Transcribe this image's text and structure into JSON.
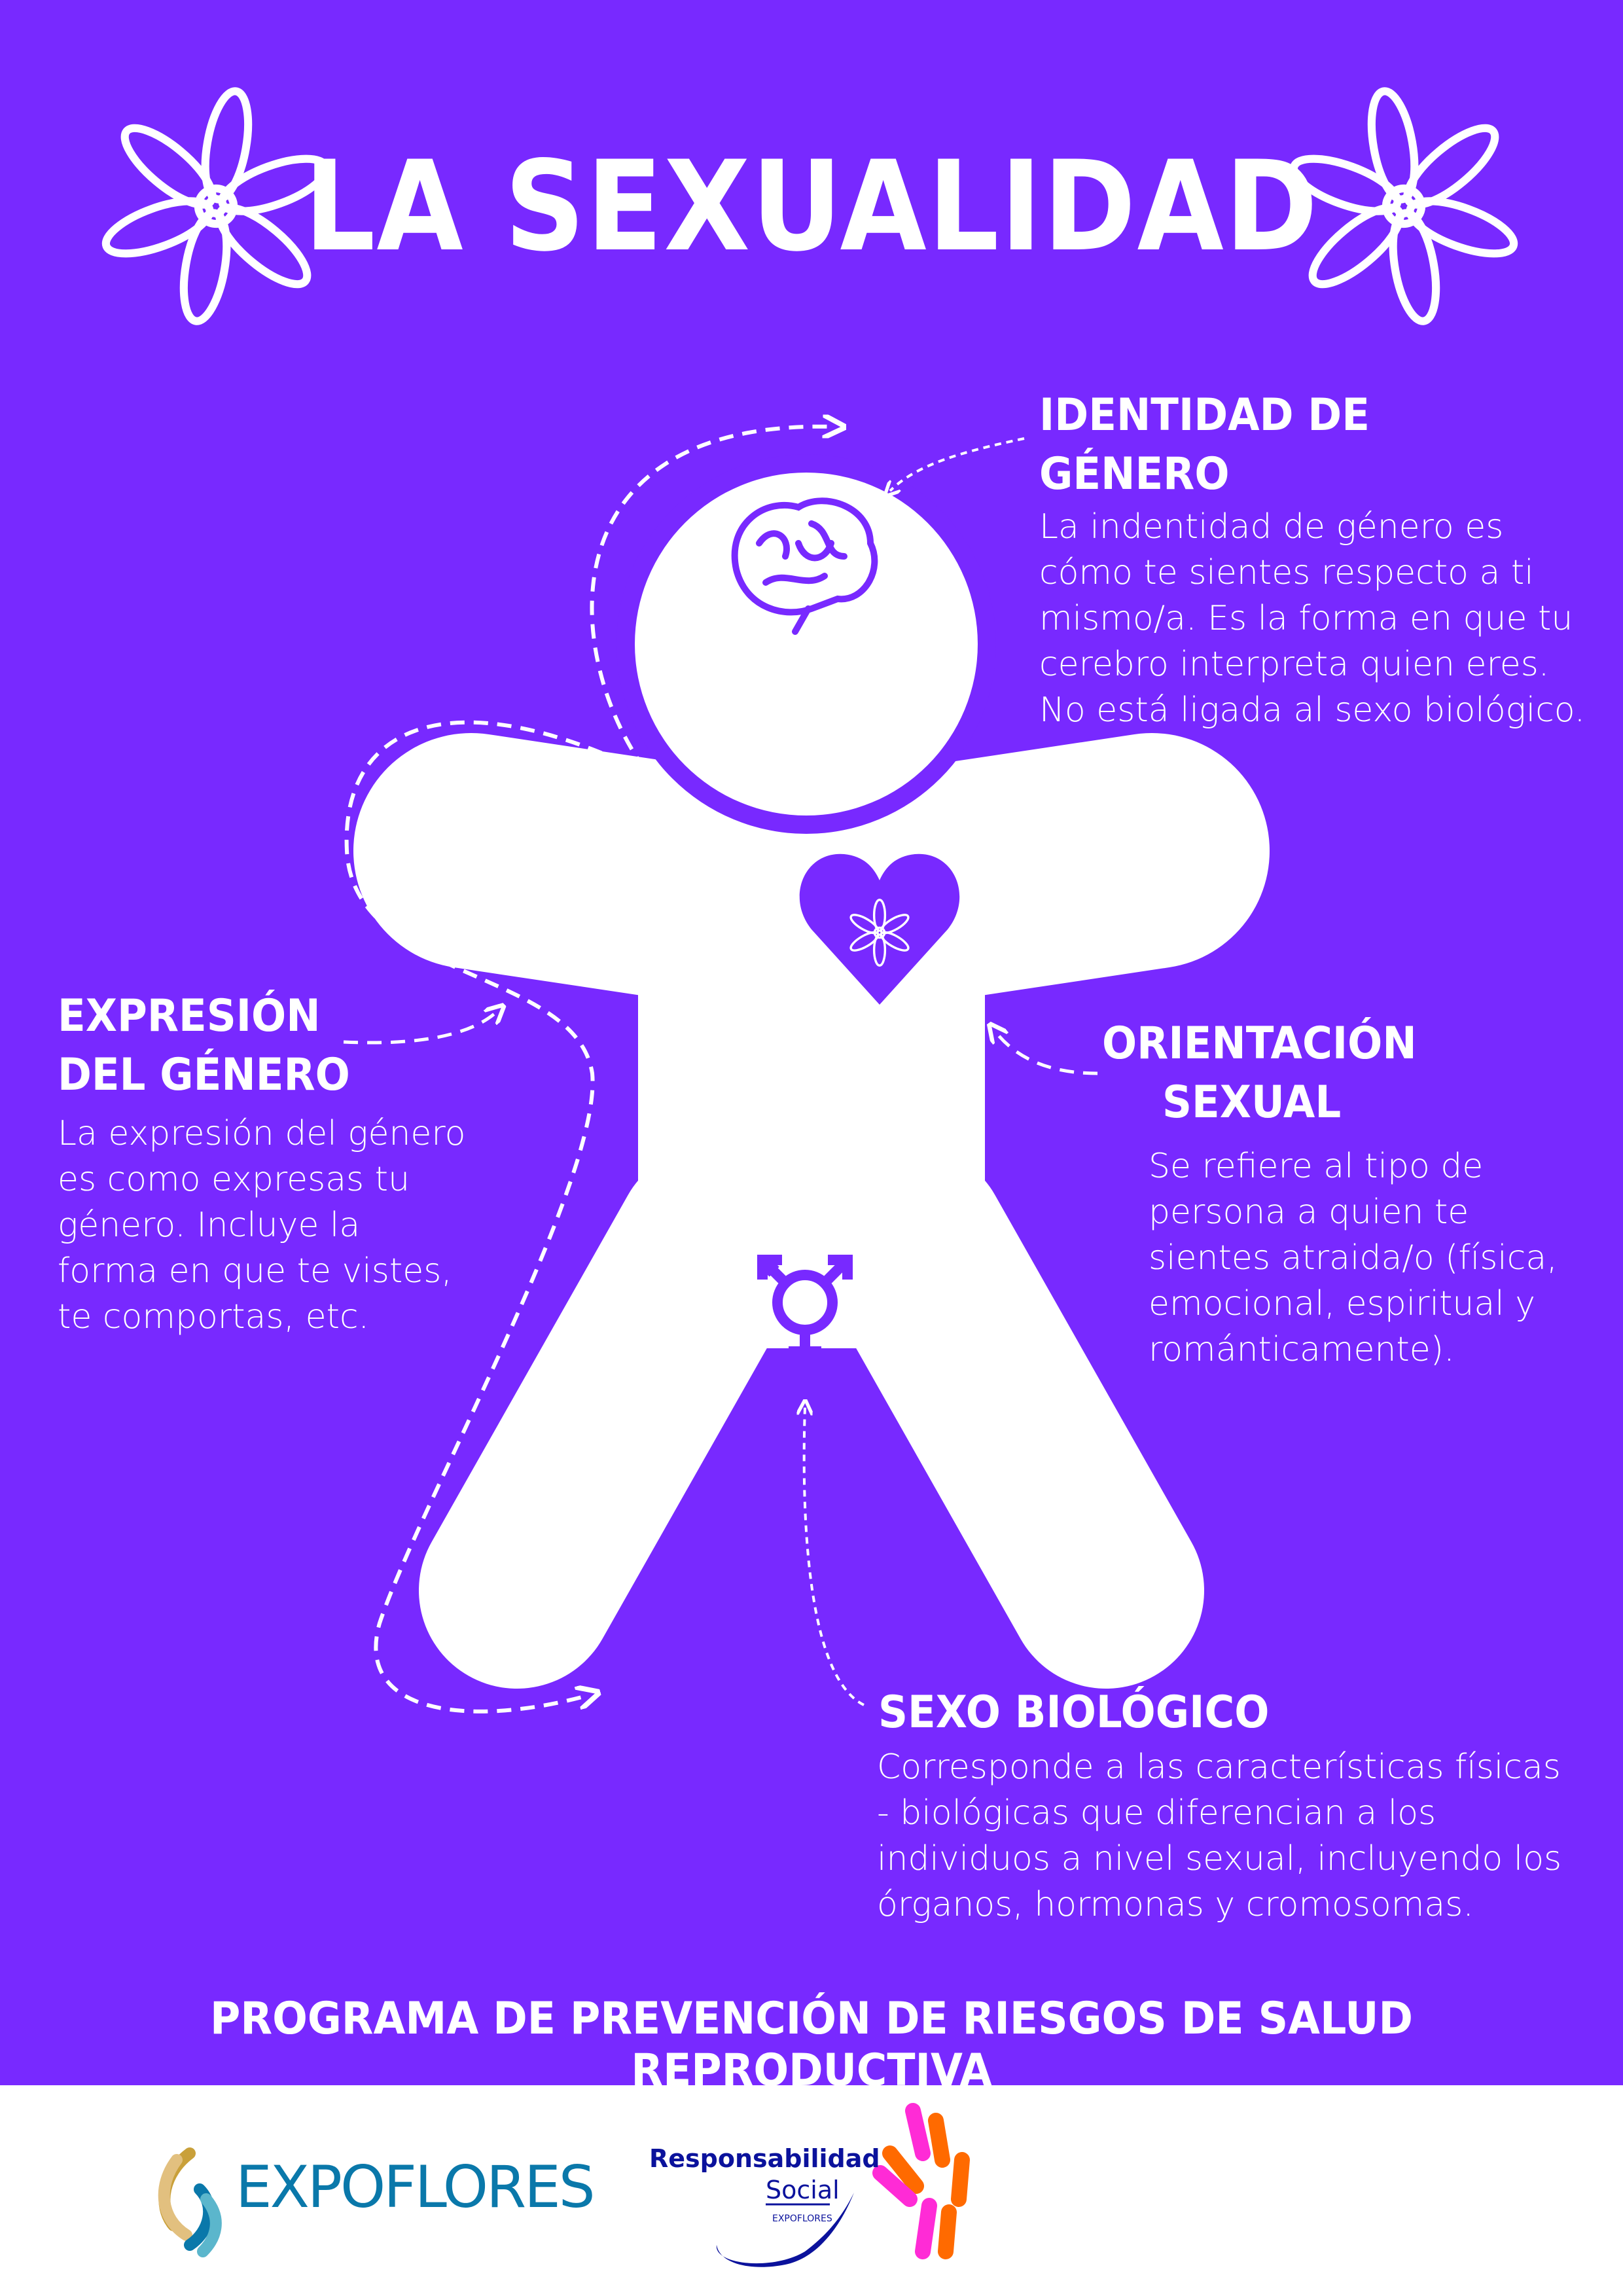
{
  "title": "LA SEXUALIDAD",
  "colors": {
    "background": "#7829FF",
    "white": "#FFFFFF",
    "expoflores_blue": "#0A78AA",
    "rs_blue": "#0B129C",
    "pink": "#FF2BD6",
    "orange": "#FF6A00"
  },
  "sections": {
    "identidad": {
      "heading": [
        "IDENTIDAD DE",
        "GÉNERO"
      ],
      "body": [
        "La indentidad de género es",
        "cómo te sientes respecto a ti",
        "mismo/a. Es la forma en que tu",
        "cerebro interpreta quien eres.",
        "No está ligada al sexo biológico."
      ]
    },
    "expresion": {
      "heading": [
        "EXPRESIÓN",
        "DEL GÉNERO"
      ],
      "body": [
        "La expresión del género",
        "es como expresas tu",
        "género. Incluye la",
        "forma en que te vistes,",
        "te comportas, etc."
      ]
    },
    "orientacion": {
      "heading": [
        "ORIENTACIÓN",
        "SEXUAL"
      ],
      "body": [
        "Se refiere al tipo de",
        "persona a quien te",
        "sientes atraida/o (física,",
        "emocional, espiritual y",
        "románticamente)."
      ]
    },
    "sexo": {
      "heading": [
        "SEXO BIOLÓGICO"
      ],
      "body": [
        "Corresponde a las características físicas",
        "- biológicas que diferencian a los",
        "individuos a nivel sexual, incluyendo los",
        "órganos, hormonas y cromosomas."
      ]
    }
  },
  "banner": "PROGRAMA DE PREVENCIÓN DE RIESGOS DE SALUD REPRODUCTIVA",
  "footer": {
    "expoflores_logo": "EXPOFLORES",
    "rs_logo": {
      "line1": "Responsabilidad",
      "line2": "Social",
      "line3": "EXPOFLORES"
    }
  },
  "icons": [
    "flower-icon",
    "brain-icon",
    "heart-flower-icon",
    "transgender-symbol-icon"
  ]
}
